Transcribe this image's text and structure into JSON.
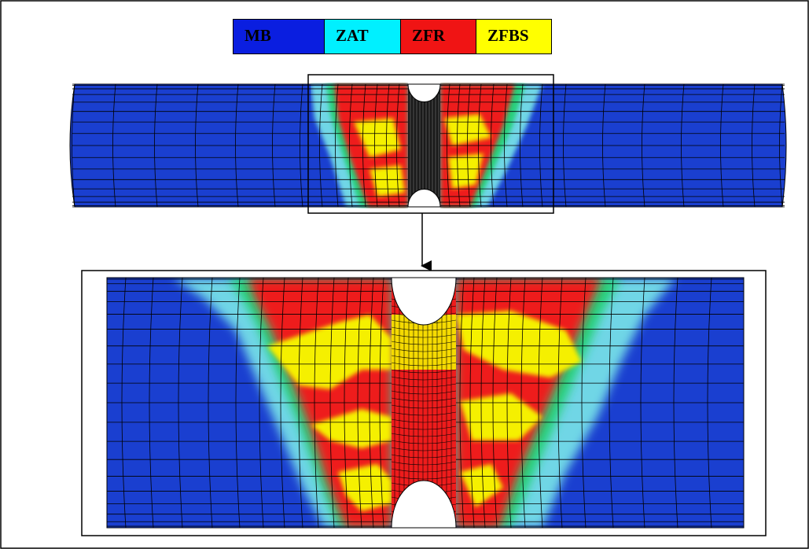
{
  "legend": [
    {
      "label": "MB",
      "color": "#0a1ee0"
    },
    {
      "label": "ZAT",
      "color": "#00f0ff"
    },
    {
      "label": "ZFR",
      "color": "#f01414"
    },
    {
      "label": "ZFBS",
      "color": "#ffff00"
    }
  ],
  "colors": {
    "mb": "#1a3fd0",
    "zat_light": "#6fd6e6",
    "zat_green": "#28d07a",
    "zfr": "#ee1c1c",
    "zfbs": "#f5f000",
    "mesh": "#000000"
  }
}
